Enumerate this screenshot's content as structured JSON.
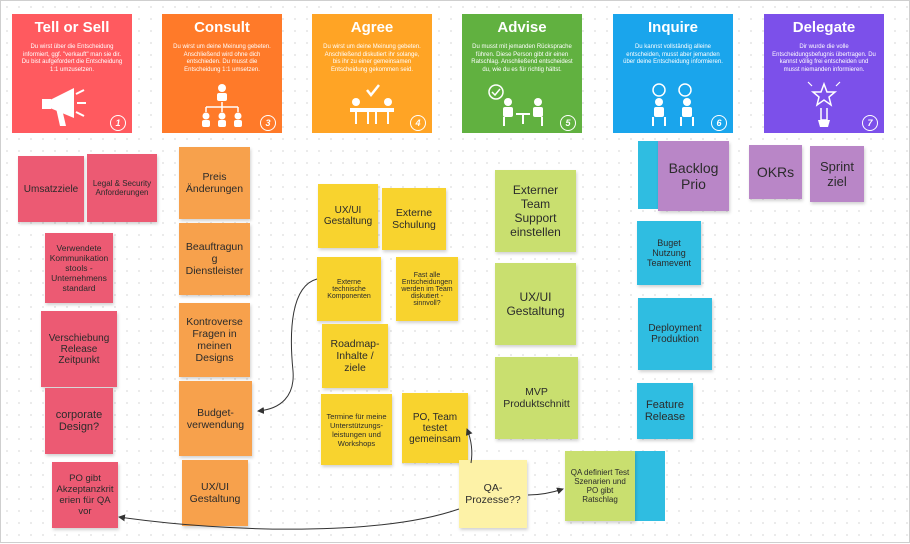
{
  "cards": [
    {
      "title": "Tell or Sell",
      "desc": "Du wirst über die Entscheidung informiert, ggf. \"verkauft\" man sie dir. Du bist aufgefordert die Entscheidung 1:1 umzusetzen.",
      "num": "1",
      "color": "#ff5a5f"
    },
    {
      "title": "Consult",
      "desc": "Du wirst um deine Meinung gebeten. Anschließend wird ohne dich entschieden. Du musst die Entscheidung 1:1 umsetzen.",
      "num": "3",
      "color": "#ff7a29"
    },
    {
      "title": "Agree",
      "desc": "Du wirst um deine Meinung gebeten. Anschließend diskutiert ihr solange, bis ihr zu einer gemeinsamen Entscheidung gekommen seid.",
      "num": "4",
      "color": "#ffa425"
    },
    {
      "title": "Advise",
      "desc": "Du musst mit jemanden Rücksprache führen. Diese Person gibt dir einen Ratschlag. Anschließend entscheidest du, wie du es für richtig hältst.",
      "num": "5",
      "color": "#61b140"
    },
    {
      "title": "Inquire",
      "desc": "Du kannst vollständig alleine entscheiden, musst aber jemanden über deine Entscheidung informieren.",
      "num": "6",
      "color": "#1aa5ec"
    },
    {
      "title": "Delegate",
      "desc": "Dir wurde die volle Entscheidungsbefugnis übertragen. Du kannst völlig frei entscheiden und musst niemanden informieren.",
      "num": "7",
      "color": "#7c50ea"
    }
  ],
  "notes": {
    "umsatzziele": "Umsatzziele",
    "legal": "Legal & Security Anforderungen",
    "kommunikation": "Verwendete Kommunikationstools - Unternehmens standard",
    "verschiebung": "Verschiebung Release Zeitpunkt",
    "corporate": "corporate Design?",
    "po_gibt": "PO gibt Akzeptanzkriterien für QA vor",
    "preis": "Preis Änderungen",
    "beauftragung": "Beauftragung Dienstleister",
    "kontroverse": "Kontroverse Fragen in meinen Designs",
    "budget": "Budget-verwendung",
    "uxui_orange": "UX/UI Gestaltung",
    "uxui_yellow": "UX/UI Gestaltung",
    "externe_schulung": "Externe Schulung",
    "externe_komp": "Externe technische Komponenten",
    "fast_alle": "Fast alle Entscheidungen werden im Team diskutiert - sinnvoll?",
    "roadmap": "Roadmap-Inhalte / ziele",
    "termine": "Termine für meine Unterstützungs-leistungen und Workshops",
    "po_team": "PO, Team testet gemeinsam",
    "qa_prozesse": "QA-Prozesse??",
    "externer_team": "Externer Team Support einstellen",
    "uxui_green": "UX/UI Gestaltung",
    "mvp": "MVP Produktschnitt",
    "qa_definiert": "QA definiert Test Szenarien und PO gibt Ratschlag",
    "backlog": "Backlog Prio",
    "buget": "Buget Nutzung Teamevent",
    "deployment": "Deployment Produktion",
    "feature": "Feature Release",
    "okrs": "OKRs",
    "sprint": "Sprint ziel"
  }
}
